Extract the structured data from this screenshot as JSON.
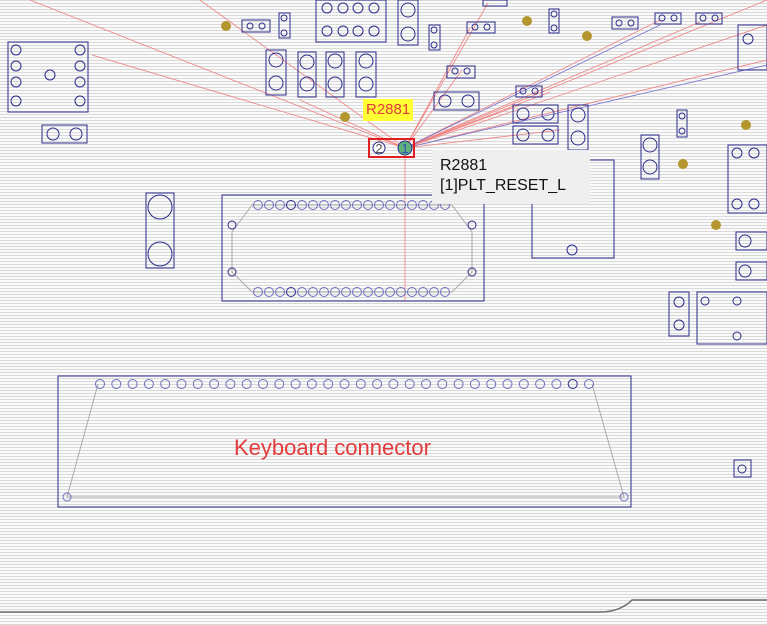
{
  "highlight": {
    "ref": "R2881",
    "pad2": "2",
    "pad1": "1"
  },
  "tooltip": {
    "line1": "R2881",
    "line2": "[1]PLT_RESET_L"
  },
  "connector": {
    "label": "Keyboard connector"
  },
  "colors": {
    "outline": "#2b2b8c",
    "ratsnest": "#f08080",
    "via": "#b3962d",
    "highlight_label_bg": "#ffff33",
    "highlight_label_text": "#e23b3b",
    "selected_pad": "#5fb27a",
    "selected_box": "#e02020"
  }
}
